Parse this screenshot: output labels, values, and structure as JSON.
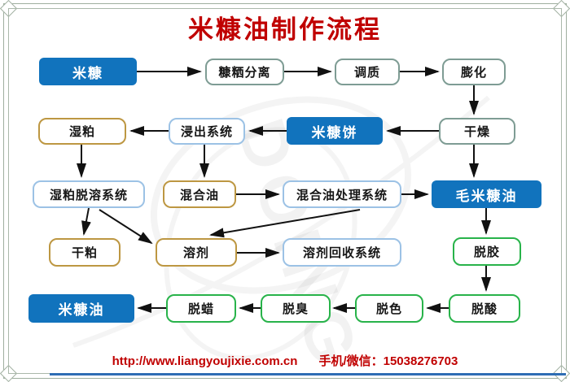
{
  "title": "米糠油制作流程",
  "watermark": {
    "text": "DOING"
  },
  "footer": {
    "url": "http://www.liangyoujixie.com.cn",
    "contact": "手机/微信：15038276703"
  },
  "colors": {
    "primary_blue_fill": "#1173bd",
    "sage_border": "#7e9c94",
    "gold_border": "#bd9742",
    "light_blue_border": "#9cc2e5",
    "green_border": "#28b34a",
    "title_red": "#c00000",
    "arrow_black": "#111111",
    "frame_gray": "#9fae9f",
    "bottom_line_blue": "#2e6db4"
  },
  "flow": {
    "nodes": [
      {
        "label": "米糠",
        "style": "blue"
      },
      {
        "label": "糠粞分离",
        "style": "sage"
      },
      {
        "label": "调质",
        "style": "sage"
      },
      {
        "label": "膨化",
        "style": "sage"
      },
      {
        "label": "湿粕",
        "style": "gold"
      },
      {
        "label": "浸出系统",
        "style": "lblue"
      },
      {
        "label": "米糠饼",
        "style": "blue"
      },
      {
        "label": "干燥",
        "style": "sage"
      },
      {
        "label": "湿粕脱溶系统",
        "style": "lblue"
      },
      {
        "label": "混合油",
        "style": "gold"
      },
      {
        "label": "混合油处理系统",
        "style": "lblue"
      },
      {
        "label": "毛米糠油",
        "style": "blue"
      },
      {
        "label": "干粕",
        "style": "gold"
      },
      {
        "label": "溶剂",
        "style": "gold"
      },
      {
        "label": "溶剂回收系统",
        "style": "lblue"
      },
      {
        "label": "脱胶",
        "style": "green"
      },
      {
        "label": "米糠油",
        "style": "blue"
      },
      {
        "label": "脱蜡",
        "style": "green"
      },
      {
        "label": "脱臭",
        "style": "green"
      },
      {
        "label": "脱色",
        "style": "green"
      },
      {
        "label": "脱酸",
        "style": "green"
      }
    ],
    "edges": [
      [
        "米糠",
        "糠粞分离"
      ],
      [
        "糠粞分离",
        "调质"
      ],
      [
        "调质",
        "膨化"
      ],
      [
        "膨化",
        "干燥"
      ],
      [
        "干燥",
        "米糠饼"
      ],
      [
        "米糠饼",
        "浸出系统"
      ],
      [
        "浸出系统",
        "湿粕"
      ],
      [
        "湿粕",
        "湿粕脱溶系统"
      ],
      [
        "浸出系统",
        "混合油"
      ],
      [
        "干燥",
        "毛米糠油"
      ],
      [
        "混合油",
        "混合油处理系统"
      ],
      [
        "混合油处理系统",
        "毛米糠油"
      ],
      [
        "毛米糠油",
        "脱胶"
      ],
      [
        "湿粕脱溶系统",
        "干粕"
      ],
      [
        "湿粕脱溶系统",
        "溶剂"
      ],
      [
        "混合油处理系统",
        "溶剂"
      ],
      [
        "溶剂",
        "溶剂回收系统"
      ],
      [
        "脱胶",
        "脱酸"
      ],
      [
        "脱酸",
        "脱色"
      ],
      [
        "脱色",
        "脱臭"
      ],
      [
        "脱臭",
        "脱蜡"
      ],
      [
        "脱蜡",
        "米糠油"
      ]
    ]
  }
}
